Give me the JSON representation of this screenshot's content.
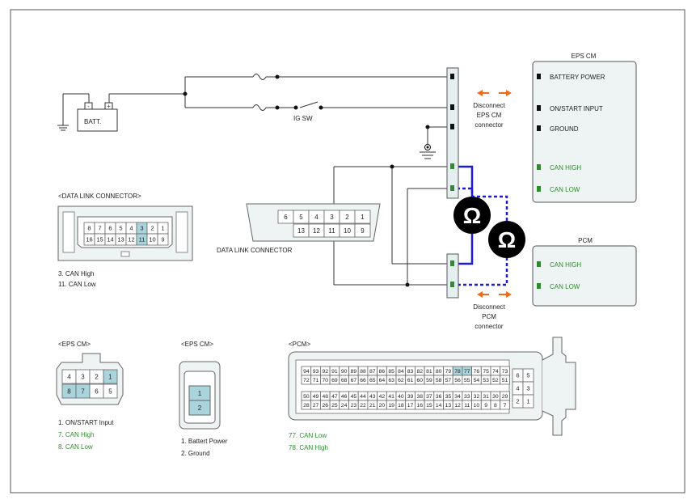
{
  "colors": {
    "can_high_wire": "#1b1bd8",
    "can_low_wire": "#1b1bd8",
    "arrow": "#ef6a1b",
    "green_text": "#2e8b2e",
    "connector_fill": "#eef3f3",
    "pin_highlight": "#a9d4dc"
  },
  "battery_label": "BATT.",
  "ig_switch_label": "IG SW",
  "data_link_connector_label": "DATA LINK CONNECTOR",
  "disconnect_eps": [
    "Disconnect",
    "EPS CM",
    "connector"
  ],
  "disconnect_pcm": [
    "Disconnect",
    "PCM",
    "connector"
  ],
  "ohm_symbol": "Ω",
  "eps_cm": {
    "title": "EPS CM",
    "pins": [
      "BATTERY POWER",
      "ON/START INPUT",
      "GROUND",
      "CAN HIGH",
      "CAN LOW"
    ]
  },
  "pcm": {
    "title": "PCM",
    "pins": [
      "CAN HIGH",
      "CAN LOW"
    ]
  },
  "dlc_center": {
    "top_row": [
      "6",
      "5",
      "4",
      "3",
      "2",
      "1"
    ],
    "bottom_row": [
      "13",
      "12",
      "11",
      "10",
      "9"
    ]
  },
  "dlc_detail": {
    "title": "<DATA LINK CONNECTOR>",
    "top_row": [
      "8",
      "7",
      "6",
      "5",
      "4",
      "3",
      "2",
      "1"
    ],
    "bottom_row": [
      "16",
      "15",
      "14",
      "13",
      "12",
      "11",
      "10",
      "9"
    ],
    "highlighted": [
      "3",
      "11"
    ],
    "legend": [
      "3. CAN High",
      "11. CAN Low"
    ]
  },
  "eps_connector_a": {
    "title": "<EPS CM>",
    "top_row": [
      "4",
      "3",
      "2",
      "1"
    ],
    "bottom_row": [
      "8",
      "7",
      "6",
      "5"
    ],
    "highlighted": [
      "1",
      "8",
      "7"
    ],
    "legend": [
      "1.   ON/START Input",
      "7. CAN High",
      "8. CAN Low"
    ]
  },
  "eps_connector_b": {
    "title": "<EPS CM>",
    "pins": [
      "1",
      "2"
    ],
    "legend": [
      "1.   Battert Power",
      "2. Ground"
    ]
  },
  "pcm_connector": {
    "title": "<PCM>",
    "row1": [
      "94",
      "93",
      "92",
      "91",
      "90",
      "89",
      "88",
      "87",
      "86",
      "85",
      "84",
      "83",
      "82",
      "81",
      "80",
      "79",
      "78",
      "77",
      "76",
      "75",
      "74",
      "73"
    ],
    "row2": [
      "72",
      "71",
      "70",
      "69",
      "68",
      "67",
      "66",
      "65",
      "64",
      "63",
      "62",
      "61",
      "60",
      "59",
      "58",
      "57",
      "56",
      "55",
      "54",
      "53",
      "52",
      "51"
    ],
    "row3": [
      "50",
      "49",
      "48",
      "47",
      "46",
      "45",
      "44",
      "43",
      "42",
      "41",
      "40",
      "39",
      "38",
      "37",
      "36",
      "35",
      "34",
      "33",
      "32",
      "31",
      "30",
      "29"
    ],
    "row4": [
      "28",
      "27",
      "26",
      "25",
      "24",
      "23",
      "22",
      "21",
      "20",
      "19",
      "18",
      "17",
      "16",
      "15",
      "14",
      "13",
      "12",
      "11",
      "10",
      "9",
      "8",
      "7"
    ],
    "side_pins": [
      [
        "6",
        "5"
      ],
      [
        "4",
        "3"
      ],
      [
        "2",
        "1"
      ]
    ],
    "highlighted": [
      "78",
      "77"
    ],
    "legend": [
      "77. CAN Low",
      "78. CAN High"
    ]
  }
}
